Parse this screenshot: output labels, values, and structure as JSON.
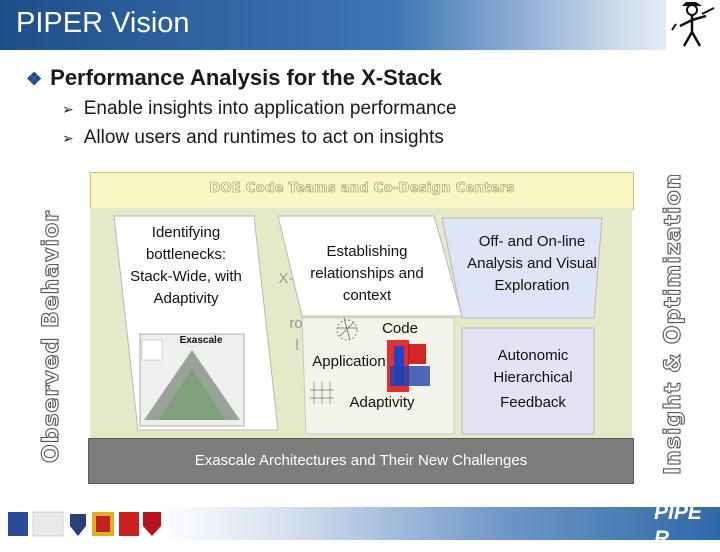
{
  "header": {
    "title": "PIPER Vision",
    "logo_icon": "piper-mascot-icon",
    "bg_color": "#2f68a9"
  },
  "bullets": {
    "main": "Performance Analysis for the X-Stack",
    "main_icon": "diamond-bullet-icon",
    "subs": [
      "Enable insights into application performance",
      "Allow users and runtimes to act on insights"
    ],
    "sub_icon": "arrow-bullet-icon"
  },
  "diagram": {
    "left_label": "Observed Behavior",
    "right_label": "Insight & Optimization",
    "top_banner": "DOE Code Teams and Co-Design Centers",
    "identifying": "Identifying bottlenecks: Stack-Wide, with Adaptivity",
    "establishing": "Establishing relationships and context",
    "offline": "Off- and On-line Analysis and Visual Exploration",
    "autonomic": "Autonomic Hierarchical",
    "feedback": "Feedback",
    "code": "Code",
    "application": "Application",
    "adaptivity": "Adaptivity",
    "exascale_small": "Exascale",
    "fragments": {
      "x": "X-",
      "ro": "ro",
      "l": "l"
    },
    "bottom_bar": "Exascale Architectures and Their New Challenges"
  },
  "footer": {
    "brand": "PIPE R",
    "logos": [
      "uiuc-logo",
      "northwest-logo",
      "rice-logo",
      "maryland-logo",
      "utah-logo",
      "wisconsin-logo"
    ]
  }
}
